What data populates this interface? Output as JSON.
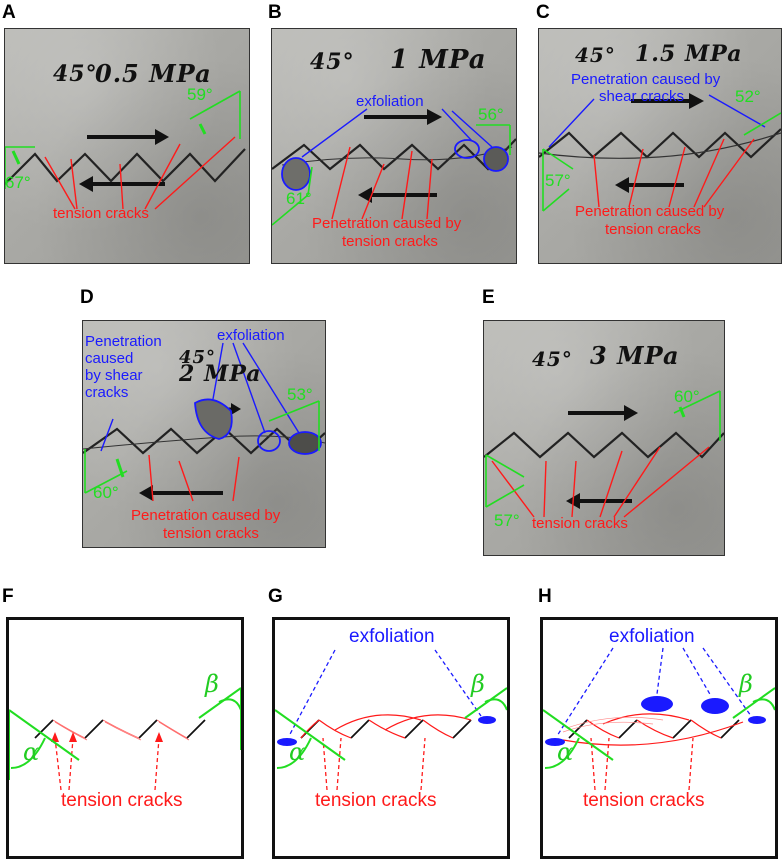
{
  "panels": {
    "A": {
      "letter": "A",
      "angle_text": "45°",
      "stress": "0.5 MPa",
      "labels": {
        "tension": "tension cracks"
      },
      "angles": [
        "59°",
        "67°"
      ]
    },
    "B": {
      "letter": "B",
      "angle_text": "45°",
      "stress": "1 MPa",
      "labels": {
        "exfoliation": "exfoliation",
        "penetration_l1": "Penetration caused by",
        "penetration_l2": "tension cracks"
      },
      "angles": [
        "56°",
        "61°"
      ]
    },
    "C": {
      "letter": "C",
      "angle_text": "45°",
      "stress": "1.5 MPa",
      "labels": {
        "shear_l1": "Penetration caused by",
        "shear_l2": "shear cracks",
        "penetration_l1": "Penetration caused by",
        "penetration_l2": "tension cracks"
      },
      "angles": [
        "52°",
        "57°"
      ]
    },
    "D": {
      "letter": "D",
      "angle_text": "45°",
      "stress": "2 MPa",
      "labels": {
        "shear_l1": "Penetration",
        "shear_l2": "caused",
        "shear_l3": "by shear",
        "shear_l4": "cracks",
        "exfoliation": "exfoliation",
        "penetration_l1": "Penetration caused by",
        "penetration_l2": "tension cracks"
      },
      "angles": [
        "53°",
        "60°"
      ]
    },
    "E": {
      "letter": "E",
      "angle_text": "45°",
      "stress": "3 MPa",
      "labels": {
        "tension": "tension cracks"
      },
      "angles": [
        "60°",
        "57°"
      ]
    },
    "F": {
      "letter": "F",
      "labels": {
        "tension": "tension cracks"
      },
      "symbols": {
        "alpha": "α",
        "beta": "β"
      }
    },
    "G": {
      "letter": "G",
      "labels": {
        "exfoliation": "exfoliation",
        "tension": "tension cracks"
      },
      "symbols": {
        "alpha": "α",
        "beta": "β"
      }
    },
    "H": {
      "letter": "H",
      "labels": {
        "exfoliation": "exfoliation",
        "tension": "tension cracks"
      },
      "symbols": {
        "alpha": "α",
        "beta": "β"
      }
    }
  },
  "colors": {
    "tension": "#ff1a1a",
    "exfoliation": "#1a1aff",
    "angle": "#22dd22",
    "joint": "#111111"
  }
}
